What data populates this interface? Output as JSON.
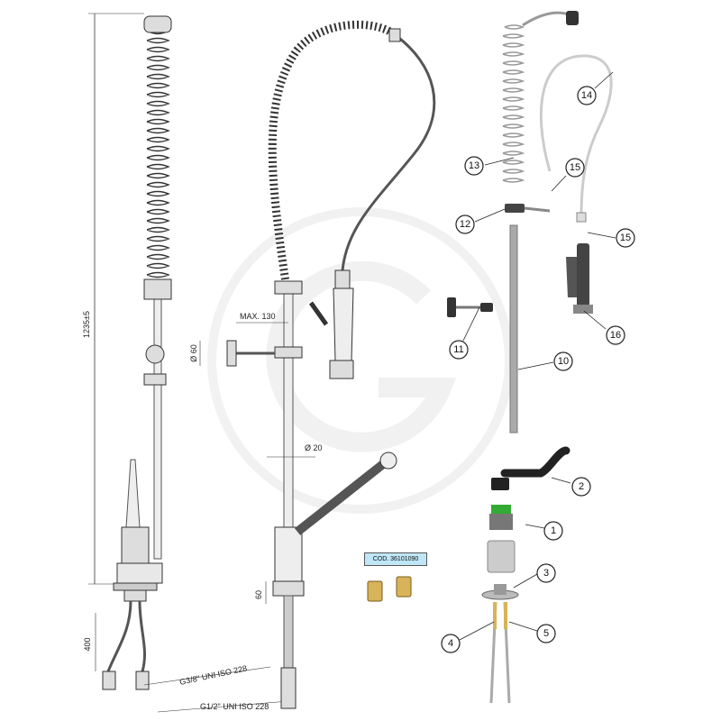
{
  "dimensions": {
    "height_total": "1235±5",
    "max_reach": "MAX. 130",
    "diameter_60": "Ø 60",
    "diameter_20": "Ø 20",
    "height_60": "60",
    "hose_400": "400",
    "thread_g38": "G3/8\" UNI ISO 228",
    "thread_g12": "G1/2\" UNI ISO 228"
  },
  "code_label": "COD. 36101090",
  "callouts": [
    "1",
    "2",
    "3",
    "4",
    "5",
    "10",
    "11",
    "12",
    "13",
    "14",
    "15",
    "15",
    "16"
  ]
}
